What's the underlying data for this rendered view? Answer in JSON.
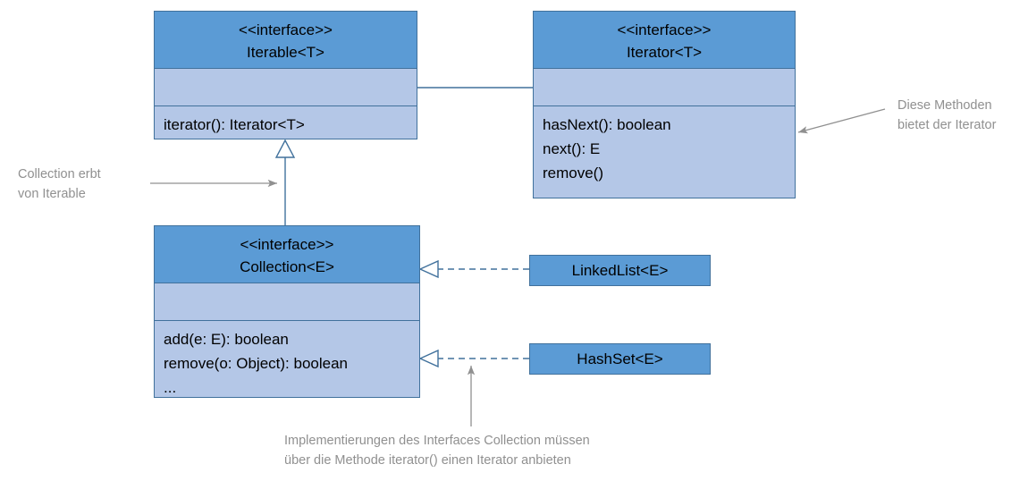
{
  "diagram": {
    "title": "Java Collection / Iterator UML class diagram",
    "colors": {
      "header_fill": "#5B9BD5",
      "body_fill": "#B4C7E7",
      "border": "#41719C",
      "connector": "#41719C",
      "note_text": "#909090",
      "note_arrow": "#909090",
      "background": "#FFFFFF"
    },
    "classes": [
      {
        "id": "iterable",
        "stereotype": "<<interface>>",
        "name": "Iterable<T>",
        "attributes": [],
        "operations": [
          "iterator(): Iterator<T>"
        ]
      },
      {
        "id": "iterator",
        "stereotype": "<<interface>>",
        "name": "Iterator<T>",
        "attributes": [],
        "operations": [
          "hasNext(): boolean",
          "next(): E",
          "remove()"
        ]
      },
      {
        "id": "collection",
        "stereotype": "<<interface>>",
        "name": "Collection<E>",
        "attributes": [],
        "operations": [
          "add(e: E): boolean",
          "remove(o: Object): boolean",
          "..."
        ]
      },
      {
        "id": "linkedlist",
        "name": "LinkedList<E>"
      },
      {
        "id": "hashset",
        "name": "HashSet<E>"
      }
    ],
    "relations": [
      {
        "id": "rel-collection-iterable",
        "type": "generalization",
        "from": "collection",
        "to": "iterable",
        "style": "solid",
        "arrowhead": "hollow-triangle"
      },
      {
        "id": "rel-iterable-iterator",
        "type": "association",
        "from": "iterable",
        "to": "iterator",
        "style": "solid",
        "arrowhead": "none"
      },
      {
        "id": "rel-linkedlist-collection",
        "type": "realization",
        "from": "linkedlist",
        "to": "collection",
        "style": "dashed",
        "arrowhead": "hollow-triangle"
      },
      {
        "id": "rel-hashset-collection",
        "type": "realization",
        "from": "hashset",
        "to": "collection",
        "style": "dashed",
        "arrowhead": "hollow-triangle"
      }
    ],
    "notes": [
      {
        "id": "note-iterator-methods",
        "lines": [
          "Diese Methoden",
          "bietet der Iterator"
        ],
        "points_to": "iterator"
      },
      {
        "id": "note-collection-inherits",
        "lines": [
          "Collection erbt",
          "von Iterable"
        ],
        "points_to": "rel-collection-iterable"
      },
      {
        "id": "note-implementations",
        "lines": [
          "Implementierungen des Interfaces Collection müssen",
          "über die Methode iterator() einen Iterator anbieten"
        ],
        "points_to": "rel-hashset-collection"
      }
    ]
  }
}
